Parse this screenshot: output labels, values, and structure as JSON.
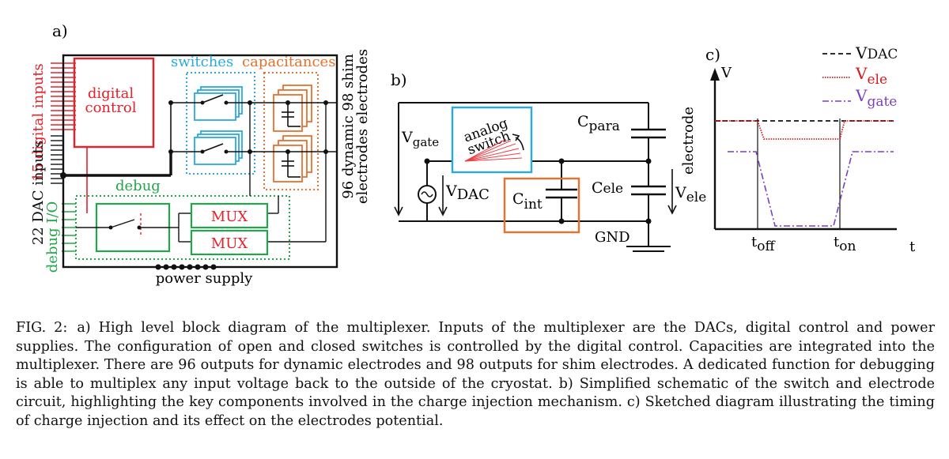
{
  "panel_a": {
    "label": "a)",
    "left_labels": {
      "digital_inputs": "15 digital inputs",
      "dac_inputs": "22 DAC inputs",
      "debug_io": "debug I/O"
    },
    "digital_control": [
      "digital",
      "control"
    ],
    "switches": "switches",
    "capacitances": "capacitances",
    "debug": "debug",
    "mux": [
      "MUX",
      "MUX"
    ],
    "power_supply": "power supply",
    "outputs": [
      "96 dynamic 98 shim",
      "electrodes electrodes"
    ]
  },
  "panel_b": {
    "label": "b)",
    "vgate": "V",
    "vgate_sub": "gate",
    "switch_label": [
      "analog",
      "switch"
    ],
    "vdac": "V",
    "vdac_sub": "DAC",
    "cint": "C",
    "cint_sub": "int",
    "cpara": "C",
    "cpara_sub": "para",
    "cele": "C",
    "cele_sub": "ele",
    "electrode": "electrode",
    "vele": "V",
    "vele_sub": "ele",
    "gnd": "GND"
  },
  "panel_c": {
    "label": "c)",
    "y_axis": "V",
    "x_axis": "t",
    "legend": [
      {
        "main": "V",
        "sub": "DAC",
        "color": "#111111"
      },
      {
        "main": "V",
        "sub": "ele",
        "color": "#d7191c"
      },
      {
        "main": "V",
        "sub": "gate",
        "color": "#7b3fbf"
      }
    ],
    "t_off": {
      "main": "t",
      "sub": "off"
    },
    "t_on": {
      "main": "t",
      "sub": "on"
    }
  },
  "caption": {
    "label": "FIG. 2:",
    "text": "a) High level block diagram of the multiplexer. Inputs of the multiplexer are the DACs, digital control and power supplies. The configuration of open and closed switches is controlled by the digital control. Capacities are integrated into the multiplexer. There are 96 outputs for dynamic electrodes and 98 outputs for shim electrodes. A dedicated function for debugging is able to multiplex any input voltage back to the outside of the cryostat. b) Simplified schematic of the switch and electrode circuit, highlighting the key components involved in the charge injection mechanism. c) Sketched diagram illustrating the timing of charge injection and its effect on the electrodes potential."
  },
  "colors": {
    "red": "#e8202a",
    "blue": "#29a9e0",
    "orange": "#e8712c",
    "green": "#22a64a",
    "purple": "#7b3fbf"
  }
}
